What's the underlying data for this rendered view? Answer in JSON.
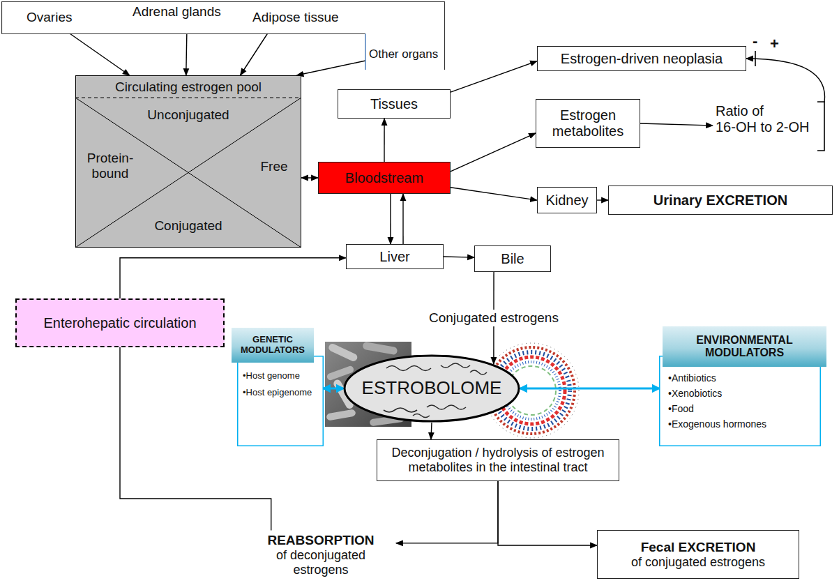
{
  "diagram": {
    "nodes": [
      {
        "text": [
          "Ovaries",
          "Adrenal glands",
          "Adipose tissue",
          "Other organs"
        ]
      },
      {
        "text": [
          "Circulating estrogen pool",
          "Unconjugated",
          "Protein-bound",
          "Free",
          "Conjugated"
        ]
      },
      {
        "text": [
          "Bloodstream"
        ]
      },
      {
        "text": [
          "Tissues"
        ]
      },
      {
        "text": [
          "Estrogen-driven neoplasia"
        ]
      },
      {
        "text": [
          "Estrogen metabolites"
        ]
      },
      {
        "text": [
          "Ratio of 16-OH to 2-OH"
        ]
      },
      {
        "text": [
          "Kidney"
        ]
      },
      {
        "text": [
          "Urinary EXCRETION"
        ]
      },
      {
        "text": [
          "Liver"
        ]
      },
      {
        "text": [
          "Bile"
        ]
      },
      {
        "text": [
          "Enterohepatic circulation"
        ]
      },
      {
        "text": [
          "ESTROBOLOME"
        ]
      },
      {
        "text": [
          "GENETIC MODULATORS",
          "•Host genome",
          "•Host epigenome"
        ]
      },
      {
        "text": [
          "ENVIRONMENTAL MODULATORS",
          "•Antibiotics",
          "•Xenobiotics",
          "•Food",
          "•Exogenous hormones"
        ]
      },
      {
        "text": [
          "Deconjugation / hydrolysis of estrogen metabolites in the intestinal tract"
        ]
      },
      {
        "text": [
          "REABSORPTION",
          "of deconjugated estrogens"
        ]
      },
      {
        "text": [
          "Fecal EXCRETION",
          "of conjugated estrogens"
        ]
      }
    ],
    "edges": [
      {
        "from": 0,
        "to": 1,
        "arrow": "to"
      },
      {
        "from": 0,
        "to": 1,
        "arrow": "to"
      },
      {
        "from": 0,
        "to": 1,
        "arrow": "to"
      },
      {
        "from": 0,
        "to": 1,
        "arrow": "to"
      },
      {
        "from": 1,
        "to": 2,
        "arrow": "both"
      },
      {
        "from": 2,
        "to": 3,
        "arrow": "to"
      },
      {
        "from": 3,
        "to": 4,
        "arrow": "to"
      },
      {
        "from": 2,
        "to": 5,
        "arrow": "to"
      },
      {
        "from": 5,
        "to": 6,
        "arrow": "to"
      },
      {
        "from": 6,
        "to": 4,
        "arrow": "to"
      },
      {
        "from": 2,
        "to": 7,
        "arrow": "to"
      },
      {
        "from": 7,
        "to": 8,
        "arrow": "to"
      },
      {
        "from": 2,
        "to": 9,
        "arrow": "to"
      },
      {
        "from": 9,
        "to": 2,
        "arrow": "to"
      },
      {
        "from": 9,
        "to": 10,
        "arrow": "to"
      },
      {
        "from": 10,
        "to": 12,
        "label": "Conjugated estrogens",
        "arrow": "to"
      },
      {
        "from": 13,
        "to": 12,
        "arrow": "both"
      },
      {
        "from": 12,
        "to": 14,
        "arrow": "both"
      },
      {
        "from": 12,
        "to": 15,
        "arrow": "to"
      },
      {
        "from": 15,
        "to": 16,
        "arrow": "to"
      },
      {
        "from": 15,
        "to": 17,
        "arrow": "to"
      },
      {
        "from": 16,
        "to": 11,
        "arrow": "none"
      },
      {
        "from": 11,
        "to": 9,
        "arrow": "to"
      }
    ],
    "labels": [
      "-",
      "+"
    ]
  }
}
